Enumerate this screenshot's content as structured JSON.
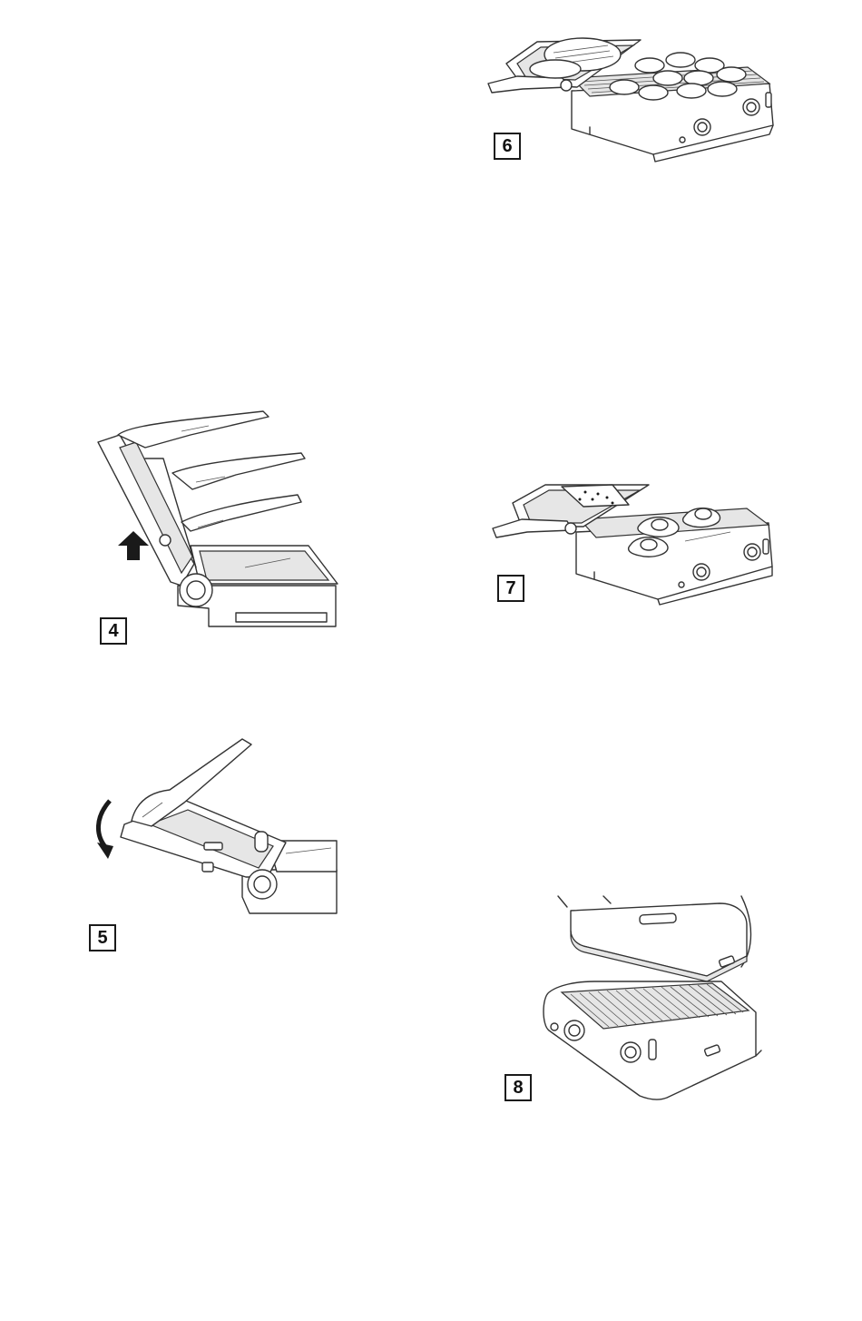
{
  "figures": [
    {
      "id": "fig4",
      "label": "4"
    },
    {
      "id": "fig5",
      "label": "5"
    },
    {
      "id": "fig6",
      "label": "6"
    },
    {
      "id": "fig7",
      "label": "7"
    },
    {
      "id": "fig8",
      "label": "8"
    }
  ]
}
